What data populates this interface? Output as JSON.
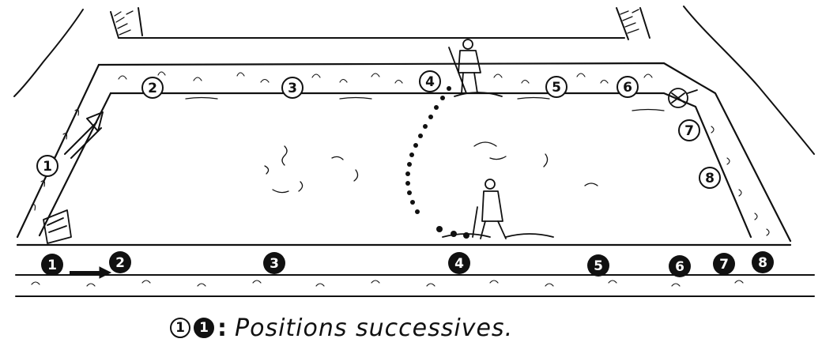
{
  "pond_positions": [
    "1",
    "2",
    "3",
    "4",
    "5",
    "6",
    "7",
    "8"
  ],
  "bank_positions": [
    "1",
    "2",
    "3",
    "4",
    "5",
    "6",
    "7",
    "8"
  ],
  "legend": {
    "open_marker": "1",
    "filled_marker": "1",
    "colon": ":",
    "text": "Positions successives."
  }
}
